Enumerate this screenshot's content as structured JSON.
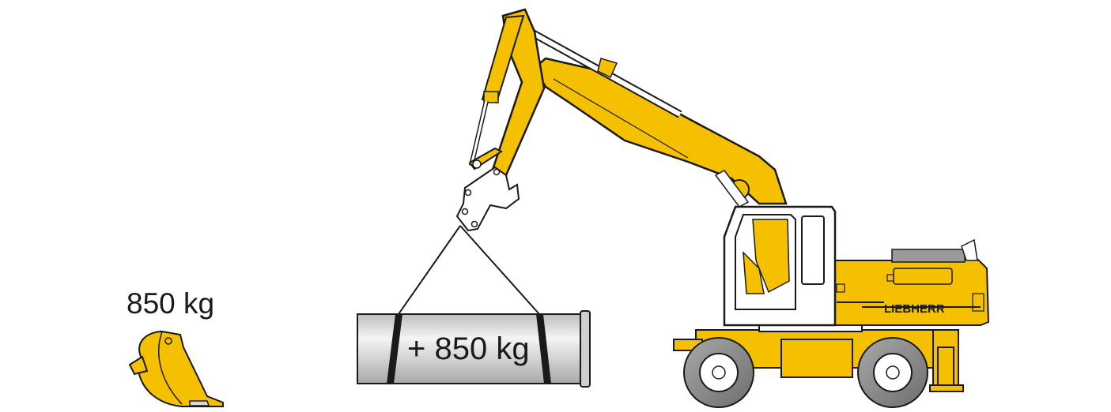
{
  "bucket": {
    "weight_label": "850 kg"
  },
  "load": {
    "weight_label": "+ 850 kg"
  },
  "brand": {
    "name": "LIEBHERR"
  },
  "colors": {
    "machine_yellow": "#f5c000",
    "outline": "#1a1a1a",
    "tire": "#8c8c8c",
    "pipe_metal": "#d9d9d9"
  }
}
